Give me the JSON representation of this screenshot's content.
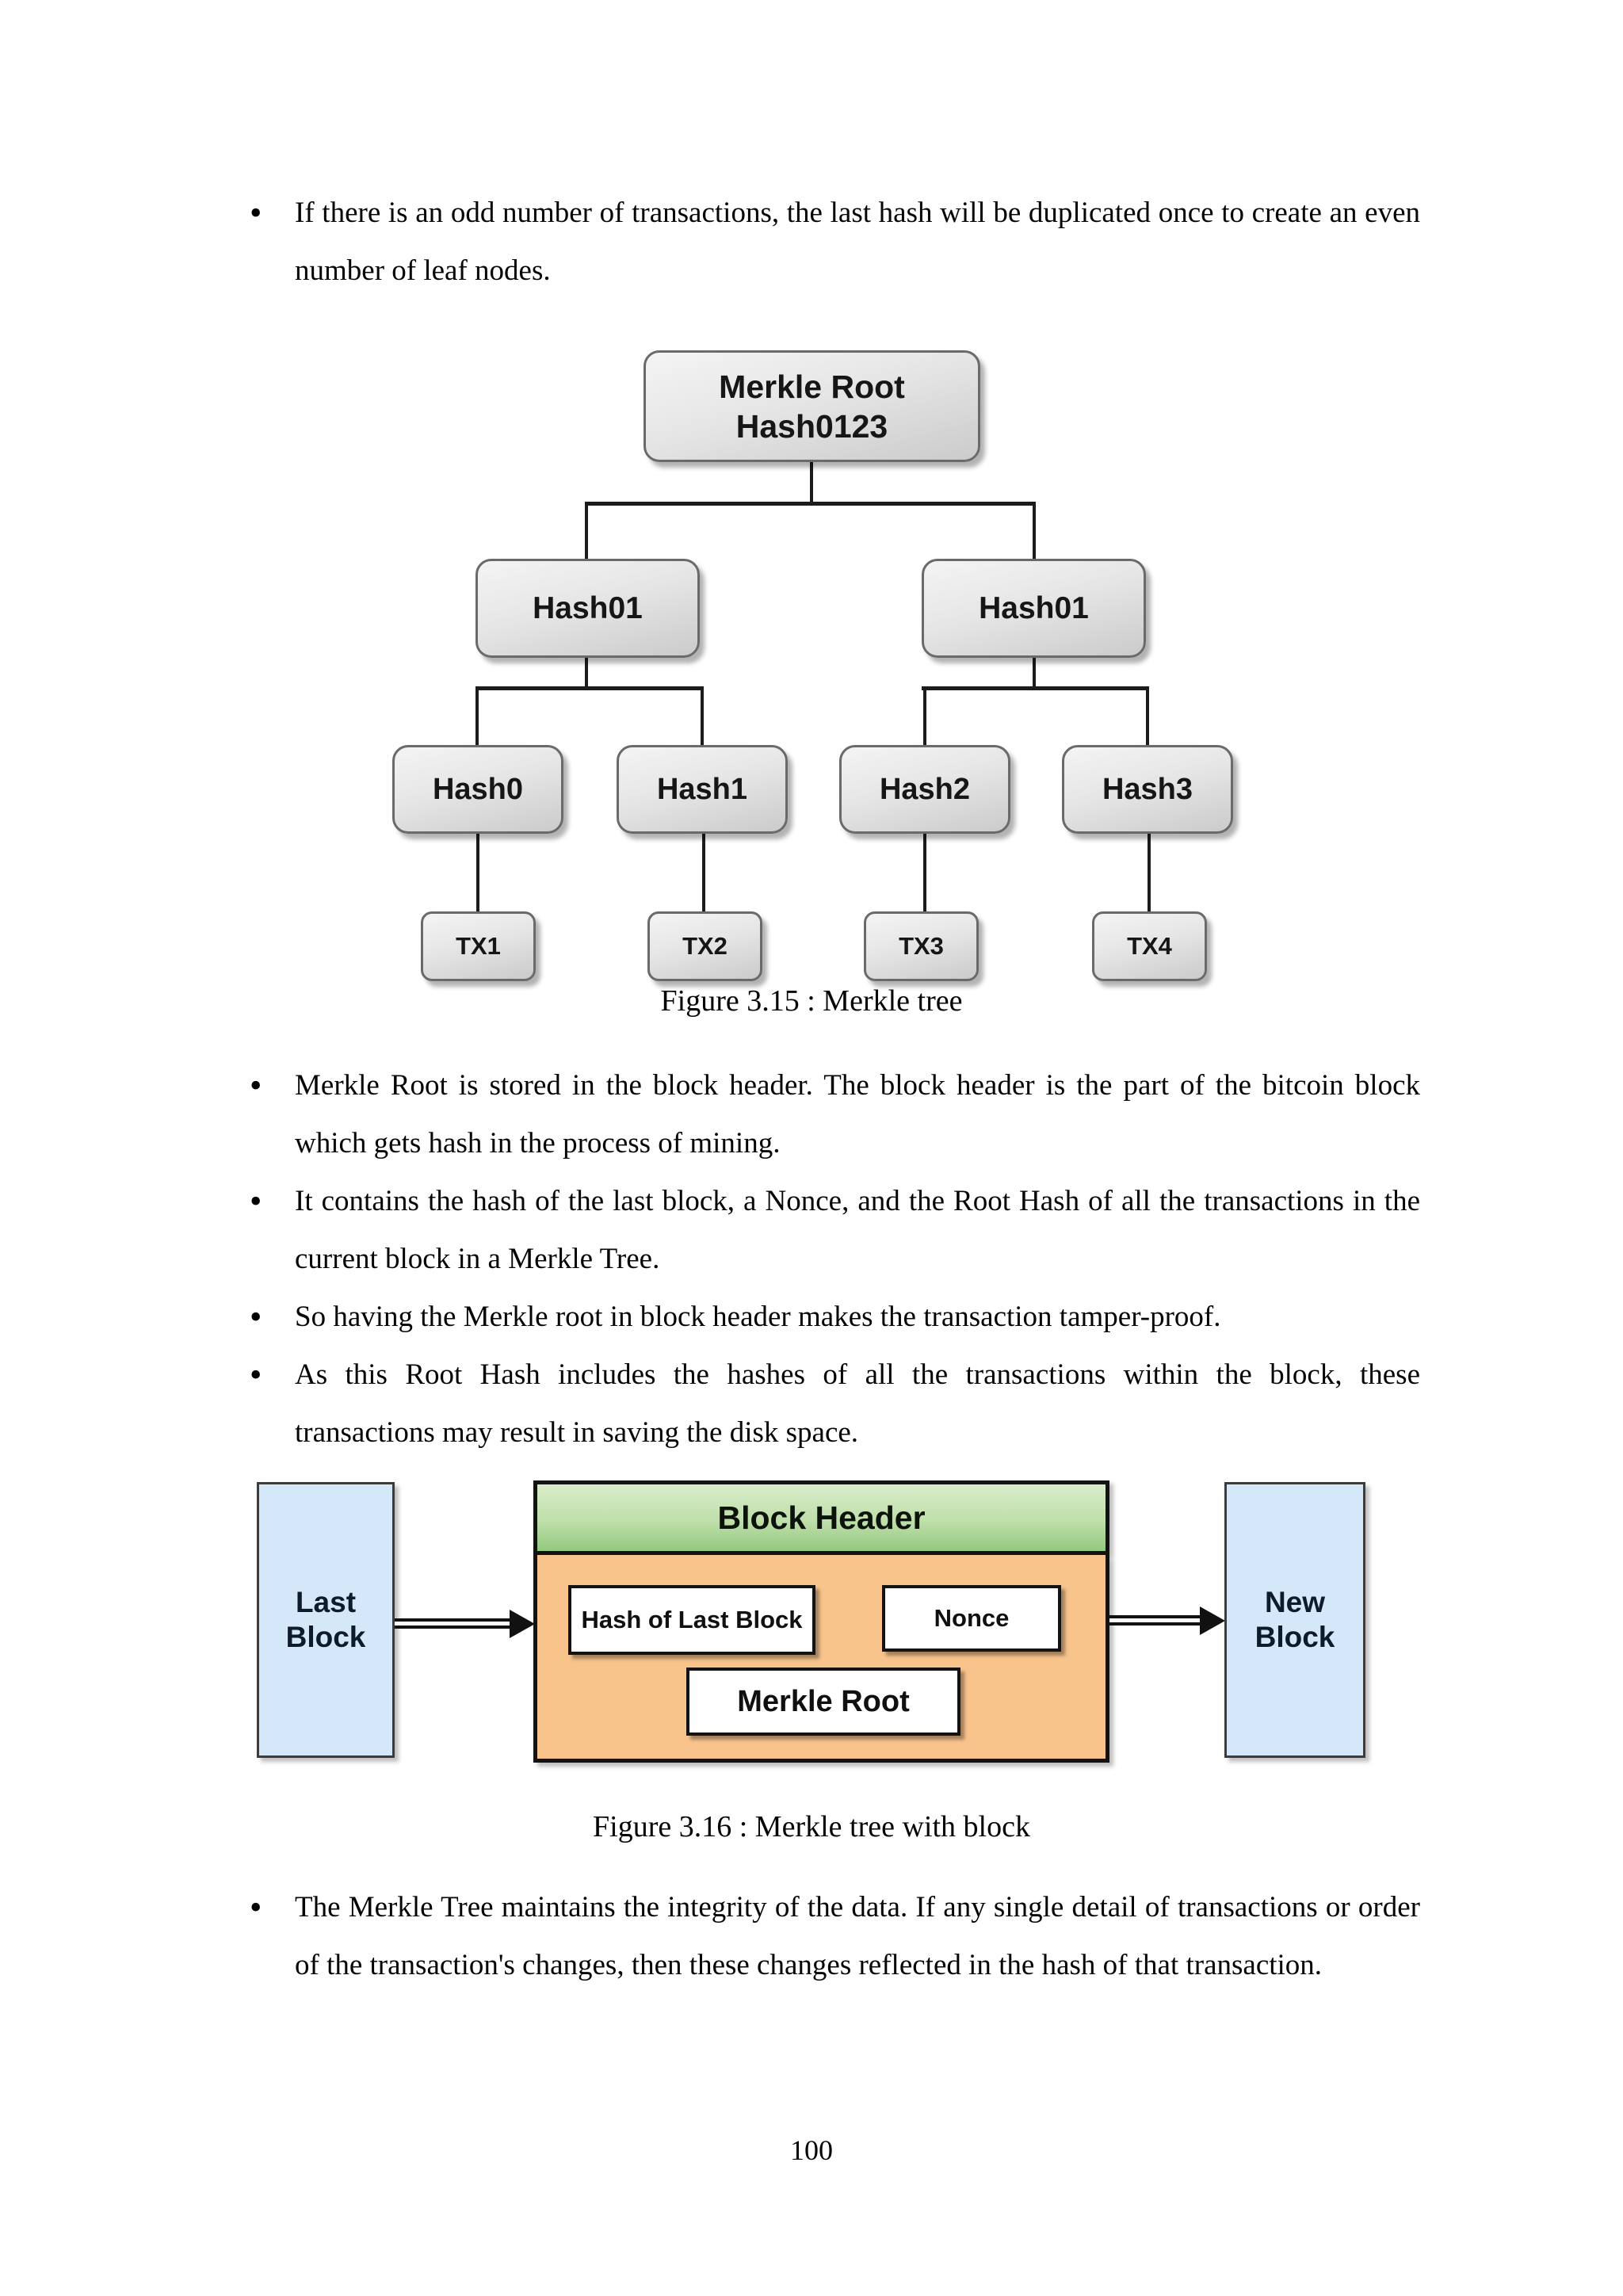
{
  "page": {
    "number": "100"
  },
  "intro_bullets": [
    "If there is an odd number of transactions, the last hash will be duplicated once to create an even number of leaf nodes."
  ],
  "figure_315": {
    "caption": "Figure 3.15 : Merkle tree",
    "root": {
      "line1": "Merkle Root",
      "line2": "Hash0123"
    },
    "level2": {
      "left": "Hash01",
      "right": "Hash01"
    },
    "level3": {
      "h0": "Hash0",
      "h1": "Hash1",
      "h2": "Hash2",
      "h3": "Hash3"
    },
    "tx": {
      "tx1": "TX1",
      "tx2": "TX2",
      "tx3": "TX3",
      "tx4": "TX4"
    }
  },
  "body_bullets": [
    "Merkle Root is stored in the block header. The block header is the part of the bitcoin block which gets hash in the process of mining.",
    "It contains the hash of the last block, a Nonce, and the Root Hash of all the transactions in the current block in a Merkle Tree.",
    "So having the Merkle root in block header makes the transaction tamper-proof.",
    "As this Root Hash includes the hashes of all the transactions within the block, these transactions may result in saving the disk space."
  ],
  "figure_316": {
    "caption": "Figure 3.16 : Merkle tree with block",
    "last_block": {
      "line1": "Last",
      "line2": "Block"
    },
    "new_block": {
      "line1": "New",
      "line2": "Block"
    },
    "block_header": "Block Header",
    "hash_of_last_block": "Hash of Last Block",
    "nonce": "Nonce",
    "merkle_root": "Merkle Root"
  },
  "closing_bullets": [
    "The Merkle Tree maintains the integrity of the data. If any single detail of transactions or order of the transaction's changes, then these changes reflected in the hash of that transaction."
  ],
  "colors": {
    "node_fill": "#e6e6e6",
    "node_border": "#6a6a6a",
    "line": "#1c1c1c",
    "block_blue": "#d5e8fa",
    "header_green": "#9bcc86",
    "body_orange": "#f8c48c"
  }
}
